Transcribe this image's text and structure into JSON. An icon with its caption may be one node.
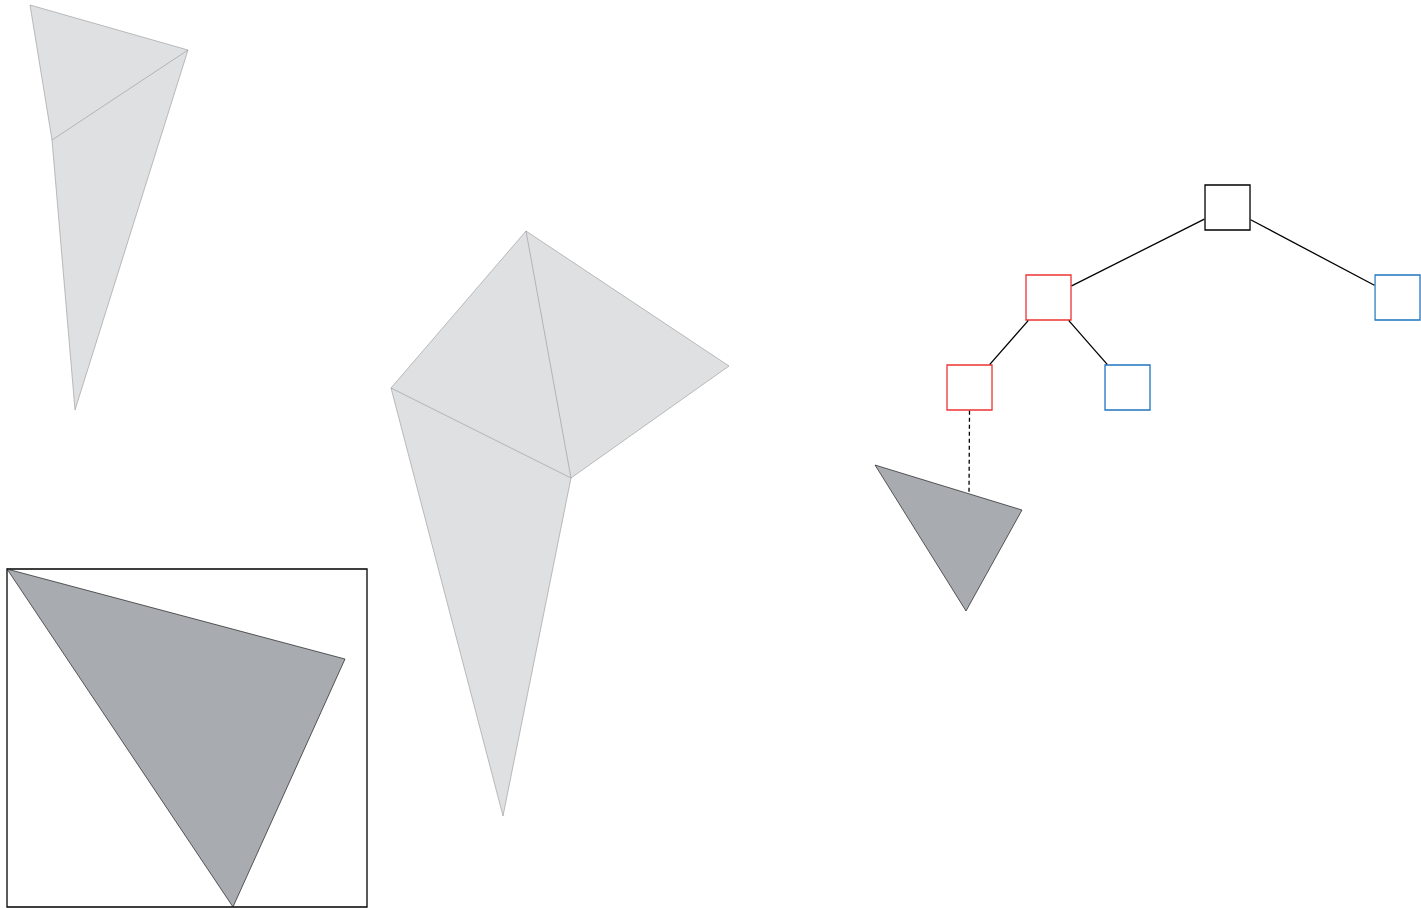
{
  "diagram": {
    "nodes": [
      {
        "text": [],
        "shape": "box"
      },
      {
        "text": [],
        "shape": "box"
      },
      {
        "text": [],
        "shape": "box"
      },
      {
        "text": [],
        "shape": "box"
      },
      {
        "text": [],
        "shape": "box"
      },
      {
        "text": [],
        "shape": "triangle"
      }
    ],
    "edges": [
      {
        "from": 0,
        "to": 1,
        "arrow": "none"
      },
      {
        "from": 0,
        "to": 2,
        "arrow": "none"
      },
      {
        "from": 1,
        "to": 3,
        "arrow": "none"
      },
      {
        "from": 1,
        "to": 4,
        "arrow": "none"
      },
      {
        "from": 3,
        "to": 5,
        "arrow": "none",
        "style": "dashed"
      }
    ]
  }
}
